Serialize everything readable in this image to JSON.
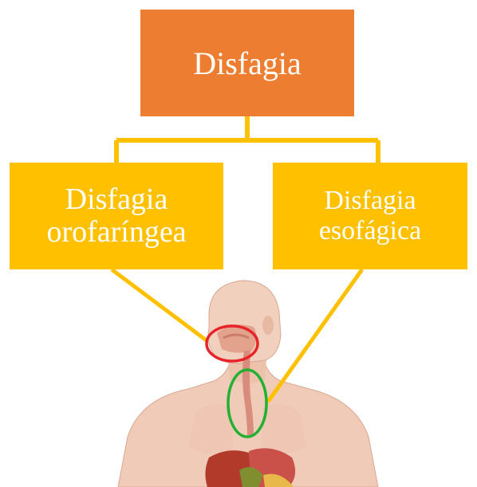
{
  "root": {
    "label": "Disfagia",
    "color": "#ED7D31"
  },
  "branches": [
    {
      "id": "left",
      "line1": "Disfagia",
      "line2": "orofaríngea",
      "color": "#FFC000",
      "marker_color": "#E8242B"
    },
    {
      "id": "right",
      "line1": "Disfagia",
      "line2": "esofágica",
      "color": "#FFC000",
      "marker_color": "#21B032"
    }
  ],
  "illustration": {
    "icon": "human-torso-digestive-anatomy-icon"
  }
}
